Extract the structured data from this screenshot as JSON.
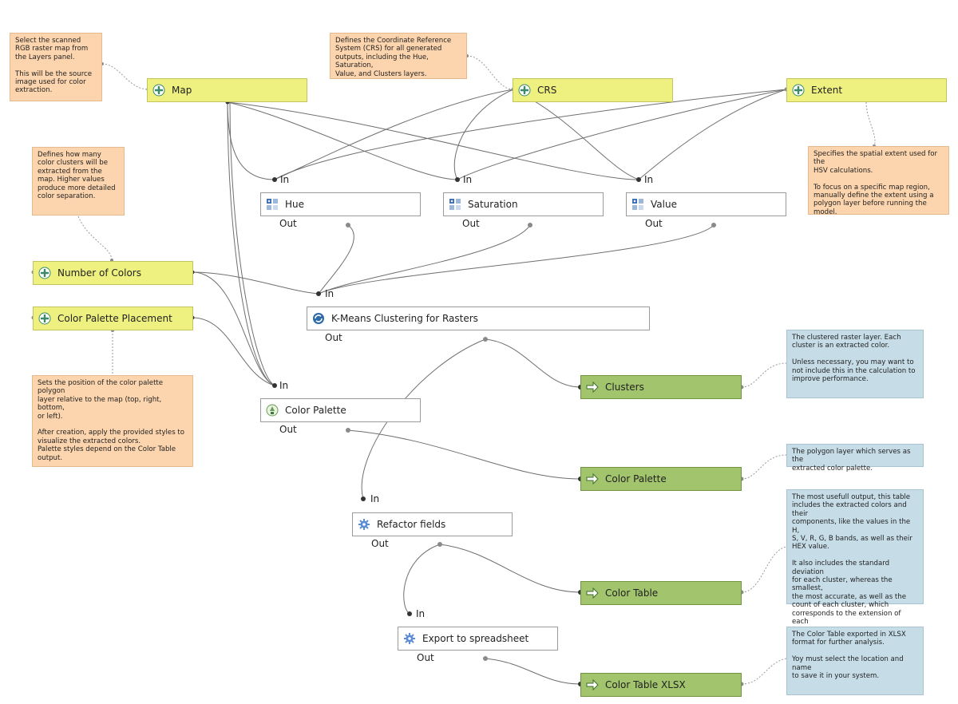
{
  "inputs": {
    "map": "Map",
    "crs": "CRS",
    "extent": "Extent",
    "num_colors": "Number of Colors",
    "palette_placement": "Color Palette Placement"
  },
  "algorithms": {
    "hue": "Hue",
    "saturation": "Saturation",
    "value": "Value",
    "kmeans": "K-Means Clustering for Rasters",
    "color_palette": "Color Palette",
    "refactor": "Refactor fields",
    "export": "Export to spreadsheet"
  },
  "outputs": {
    "clusters": "Clusters",
    "color_palette": "Color Palette",
    "color_table": "Color Table",
    "color_table_xlsx": "Color Table XLSX"
  },
  "ports": {
    "in": "In",
    "out": "Out"
  },
  "notes": {
    "map": "Select the scanned\nRGB raster map from\nthe Layers panel.\n\nThis will be the source\nimage used for color\nextraction.",
    "crs": "Defines the Coordinate Reference\nSystem (CRS) for all generated\noutputs, including the Hue, Saturation,\nValue, and Clusters layers.",
    "extent": "Specifies the spatial extent used for the\nHSV calculations.\n\nTo focus on a specific map region,\nmanually define the extent using a\npolygon layer before running the\nmodel.",
    "num_colors": "Defines how many\ncolor clusters will be\nextracted from the\nmap. Higher values\nproduce more detailed\ncolor separation.",
    "palette_placement": "Sets the position of the color palette polygon\nlayer relative to the map (top, right, bottom,\nor left).\n\nAfter creation, apply the provided styles to\nvisualize the extracted colors.\nPalette styles depend on the Color Table\noutput.",
    "clusters": "The clustered raster layer. Each\ncluster is an extracted color.\n\nUnless necessary, you may want to\nnot include this in the calculation to\nimprove performance.",
    "color_palette": "The polygon layer which serves as the\nextracted color palette.",
    "color_table": "The most usefull output, this table\nincludes the extracted colors and their\ncomponents, like the values in the H,\nS, V, R, G, B bands, as well as their\nHEX value.\n\nIt also includes the standard deviation\nfor each cluster, whereas the smallest,\nthe most accurate, as well as the\ncount of each cluster, which\ncorresponds to the extension of each\ncolor on the map.",
    "color_table_xlsx": "The Color Table exported in XLSX\nformat for further analysis.\n\nYoy must select the location and name\nto save it in your system."
  },
  "colors": {
    "input_fill": "#eef07f",
    "output_fill": "#a2c46d",
    "note_orange": "#fcd4ad",
    "note_blue": "#c6dde8"
  },
  "icons": {
    "input": "plus-icon",
    "output": "arrow-right-icon",
    "raster_calc": "raster-calculator-icon",
    "kmeans": "kmeans-icon",
    "palette": "palette-icon",
    "refactor": "gear-icon"
  }
}
